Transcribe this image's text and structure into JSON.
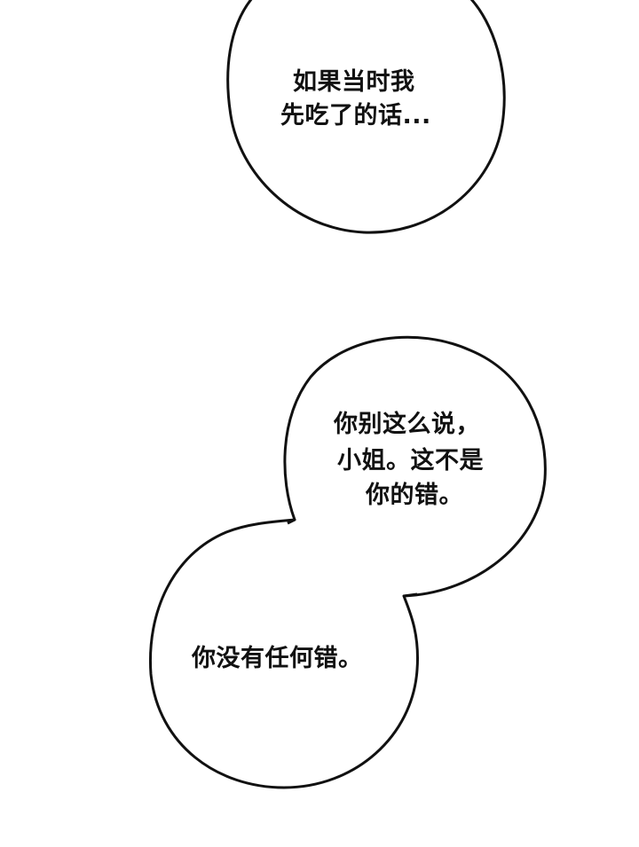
{
  "panel": {
    "background": "#ffffff",
    "stroke": "#111111"
  },
  "bubbles": [
    {
      "id": "bubble-1",
      "lines": [
        "如果当时我",
        "先吃了的话..."
      ]
    },
    {
      "id": "bubble-2",
      "lines": [
        "你别这么说，",
        "小姐。这不是",
        "你的错。"
      ]
    },
    {
      "id": "bubble-3",
      "lines": [
        "你没有任何错。"
      ]
    }
  ]
}
